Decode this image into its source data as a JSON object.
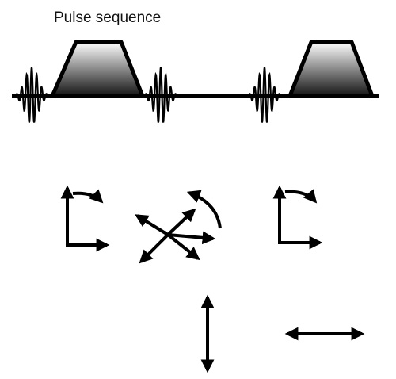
{
  "diagram": {
    "title": "Pulse sequence",
    "stroke_color": "#000000",
    "gradient_fill_top": "#ffffff",
    "gradient_fill_bottom": "#141414",
    "elements": {
      "timeline": "baseline",
      "rf_pulses": [
        "rf-pulse",
        "rf-pulse",
        "rf-pulse"
      ],
      "gradient_lobes": [
        "trapezoid-gradient",
        "trapezoid-gradient"
      ],
      "spin_states": [
        "axes-with-rotation",
        "dephasing-star-with-rotation",
        "axes-with-rotation"
      ],
      "extra_symbols": [
        "vertical-double-arrow",
        "horizontal-double-arrow"
      ]
    }
  }
}
